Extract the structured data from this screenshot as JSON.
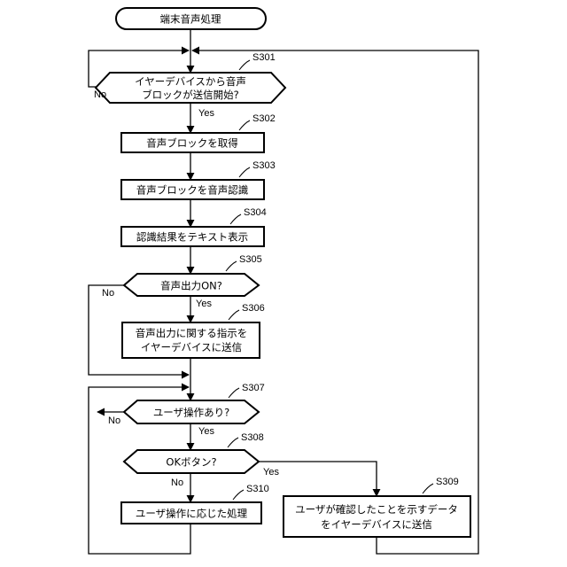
{
  "start": "端末音声処理",
  "nodes": {
    "s301": {
      "step": "S301",
      "lines": [
        "イヤーデバイスから音声",
        "ブロックが送信開始?"
      ],
      "yes": "Yes",
      "no": "No"
    },
    "s302": {
      "step": "S302",
      "text": "音声ブロックを取得"
    },
    "s303": {
      "step": "S303",
      "text": "音声ブロックを音声認識"
    },
    "s304": {
      "step": "S304",
      "text": "認識結果をテキスト表示"
    },
    "s305": {
      "step": "S305",
      "text": "音声出力ON?",
      "yes": "Yes",
      "no": "No"
    },
    "s306": {
      "step": "S306",
      "lines": [
        "音声出力に関する指示を",
        "イヤーデバイスに送信"
      ]
    },
    "s307": {
      "step": "S307",
      "text": "ユーザ操作あり?",
      "yes": "Yes",
      "no": "No"
    },
    "s308": {
      "step": "S308",
      "text": "OKボタン?",
      "yes": "Yes",
      "no": "No"
    },
    "s309": {
      "step": "S309",
      "lines": [
        "ユーザが確認したことを示すデータ",
        "をイヤーデバイスに送信"
      ]
    },
    "s310": {
      "step": "S310",
      "text": "ユーザ操作に応じた処理"
    }
  }
}
